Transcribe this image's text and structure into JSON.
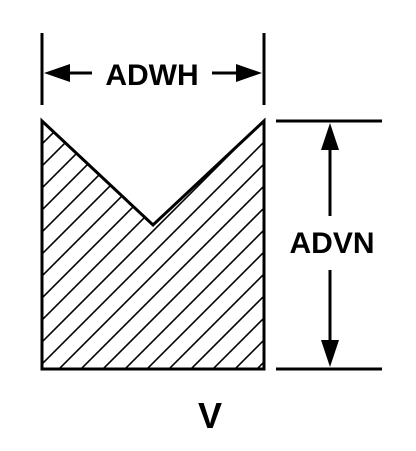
{
  "diagram": {
    "width_label": "ADWH",
    "height_label": "ADVN",
    "shape_label": "V"
  },
  "colors": {
    "line": "#000000",
    "background": "#ffffff"
  }
}
